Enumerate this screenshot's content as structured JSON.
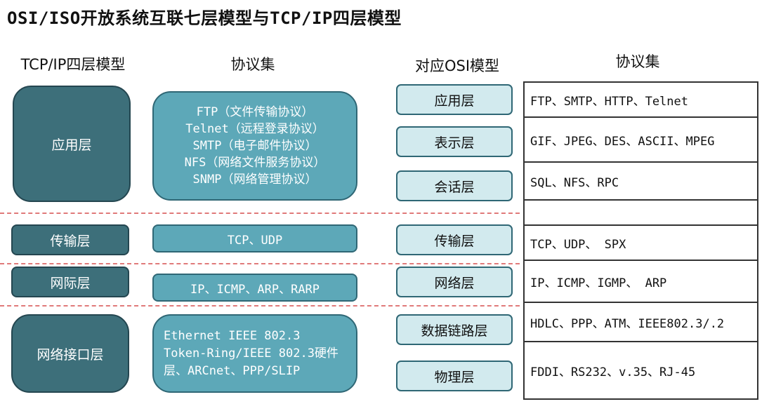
{
  "title": "OSI/ISO开放系统互联七层模型与TCP/IP四层模型",
  "headers": {
    "tcpip_model": "TCP/IP四层模型",
    "protocol_set_left": "协议集",
    "osi_model": "对应OSI模型",
    "protocol_set_right": "协议集"
  },
  "tcpip_layers": [
    "应用层",
    "传输层",
    "网际层",
    "网络接口层"
  ],
  "tcpip_protocols": {
    "application": [
      "FTP（文件传输协议）",
      "Telnet（远程登录协议）",
      "SMTP（电子邮件协议）",
      "NFS（网络文件服务协议）",
      "SNMP（网络管理协议）"
    ],
    "transport": "TCP、UDP",
    "internet": "IP、ICMP、ARP、RARP",
    "network_interface": [
      "Ethernet IEEE 802.3",
      "Token-Ring/IEEE 802.3硬件",
      "层、ARCnet、PPP/SLIP"
    ]
  },
  "osi_layers": [
    "应用层",
    "表示层",
    "会话层",
    "传输层",
    "网络层",
    "数据链路层",
    "物理层"
  ],
  "osi_protocols": [
    "FTP、SMTP、HTTP、Telnet",
    "GIF、JPEG、DES、ASCII、MPEG",
    "SQL、NFS、RPC",
    "",
    "TCP、UDP、 SPX",
    "IP、ICMP、IGMP、 ARP",
    "HDLC、PPP、ATM、IEEE802.3/.2",
    "FDDI、RS232、v.35、RJ-45"
  ]
}
